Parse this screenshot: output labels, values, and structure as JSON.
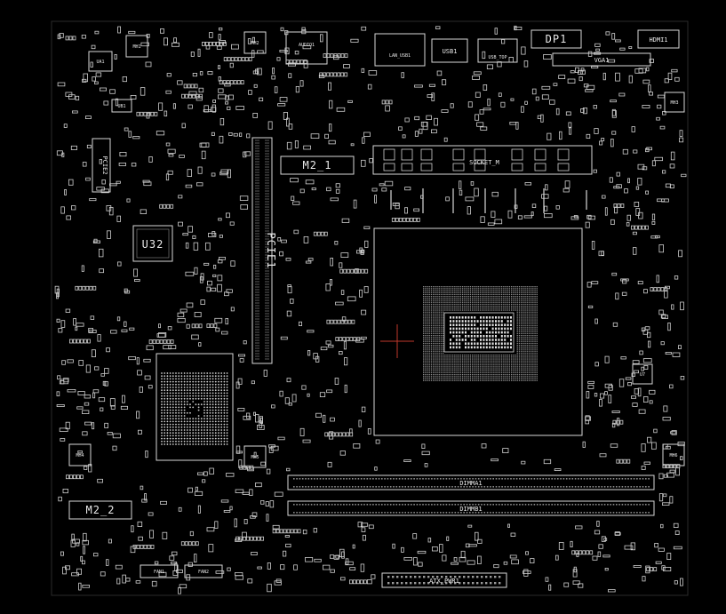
{
  "view": "pcb-boardview-mirrored",
  "colors": {
    "background": "#000000",
    "outline": "#d8d8d8",
    "pad": "#bfbfbf",
    "cross": "#c0392b"
  },
  "connectors": {
    "m2_1": "M2_1",
    "m2_2": "M2_2",
    "pcie1": "PCIE1",
    "pcie2": "PCIE2",
    "cpu_socket": "SOCKET_M",
    "dimm_a1": "DIMMA1",
    "dimm_b1": "DIMMB1",
    "atx_pwr": "ATX_PWR1",
    "vga": "VGA1",
    "hdmi": "HDMI1",
    "dp": "DP1",
    "audio": "AUDIO1",
    "usb": "USB1",
    "lan_usb": "LAN_USB1",
    "usb_top": "USB_TOP",
    "fan_a": "FAN1",
    "fan_b": "FAN2"
  },
  "chips": {
    "u32": "U32",
    "ua1": "UA1",
    "u7": "U7",
    "ub1": "UB1"
  },
  "mounting_holes": {
    "h1": "MH1",
    "h2": "MH2",
    "h3": "MH3",
    "h4": "MH4",
    "h5": "MH5",
    "h6": "MH6"
  }
}
